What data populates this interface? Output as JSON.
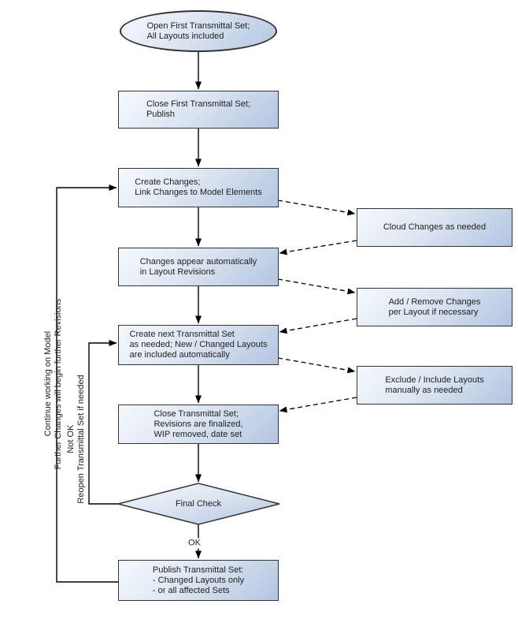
{
  "colors": {
    "node_fill_light": "#f6f9fd",
    "node_fill_dark": "#b3c5e1",
    "node_border": "#333333",
    "connector": "#000000",
    "text": "#1f1f1f"
  },
  "nodes": {
    "start": {
      "lines": [
        "Open First Transmittal Set;",
        "All Layouts included"
      ]
    },
    "close_first": {
      "lines": [
        "Close First Transmittal Set;",
        "Publish"
      ]
    },
    "create_changes": {
      "lines": [
        "Create Changes;",
        "Link Changes to Model Elements"
      ]
    },
    "changes_appear": {
      "lines": [
        "Changes appear automatically",
        "in Layout Revisions"
      ]
    },
    "create_next": {
      "lines": [
        "Create next Transmittal Set",
        "as needed; New / Changed Layouts",
        "are included automatically"
      ]
    },
    "close_set": {
      "lines": [
        "Close Transmittal Set;",
        "Revisions are finalized,",
        "WIP removed, date set"
      ]
    },
    "final_check": {
      "lines": [
        "Final Check"
      ]
    },
    "publish": {
      "lines": [
        "Publish Transmittal Set:",
        "- Changed Layouts only",
        "- or all affected Sets"
      ]
    },
    "cloud": {
      "lines": [
        "Cloud Changes as needed"
      ]
    },
    "add_remove": {
      "lines": [
        "Add / Remove Changes",
        "per Layout if necessary"
      ]
    },
    "exclude": {
      "lines": [
        "Exclude / Include Layouts",
        "manually as needed"
      ]
    }
  },
  "labels": {
    "ok": "OK",
    "not_ok": "Not OK",
    "reopen": "Reopen Transmittal Set if needed",
    "continue_model": "Continue working on Model",
    "further_changes": "Further Changes will begin further Revisions"
  }
}
